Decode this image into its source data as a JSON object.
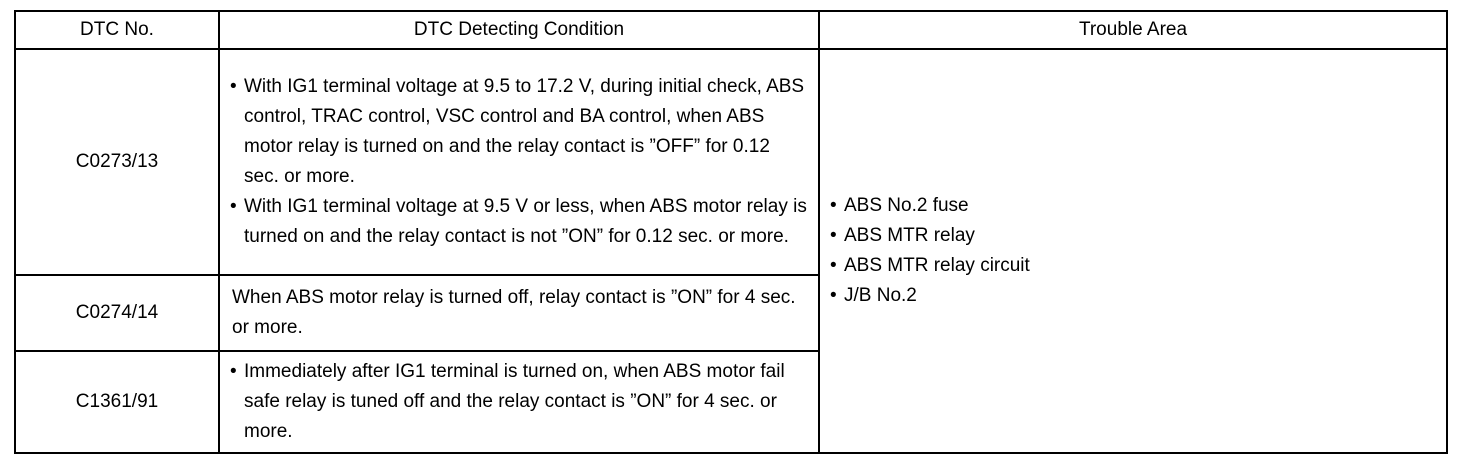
{
  "headers": {
    "dtc_no": "DTC No.",
    "condition": "DTC Detecting Condition",
    "trouble_area": "Trouble Area"
  },
  "rows": [
    {
      "code": "C0273/13",
      "conditions": [
        "With IG1 terminal voltage at 9.5 to 17.2 V, during initial check, ABS control, TRAC control, VSC control and BA control, when ABS motor relay is turned on and the relay contact is ”OFF” for 0.12 sec. or more.",
        "With IG1 terminal voltage at 9.5 V or less, when ABS motor relay is turned on and the relay contact is not ”ON” for 0.12 sec. or more."
      ]
    },
    {
      "code": "C0274/14",
      "condition_text": "When ABS motor relay is turned off, relay contact is ”ON” for 4 sec. or more."
    },
    {
      "code": "C1361/91",
      "conditions": [
        "Immediately after IG1 terminal is turned on, when ABS motor fail safe relay is tuned off and the relay contact is ”ON” for 4 sec. or more."
      ]
    }
  ],
  "trouble_area": [
    "ABS No.2 fuse",
    "ABS MTR relay",
    "ABS MTR relay circuit",
    "J/B No.2"
  ],
  "bullet_glyph": "•"
}
